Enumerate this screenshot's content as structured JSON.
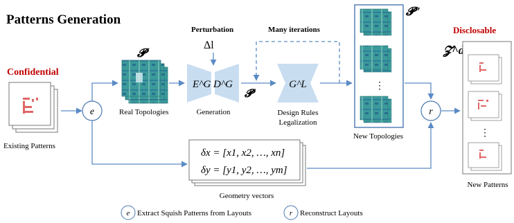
{
  "title": "Patterns Generation",
  "labels": {
    "confidential": "Confidential",
    "existing_patterns": "Existing Patterns",
    "extract_node": "e",
    "P": "𝓟",
    "real_topologies": "Real Topologies",
    "perturbation": "Perturbation",
    "delta_l": "Δl",
    "generation_formula": "E^G D^G",
    "generation": "Generation",
    "P_prime": "𝓟′",
    "many_iterations": "Many iterations",
    "legalization_formula": "G^L",
    "design_rules_legalization": [
      "Design Rules",
      "Legalization"
    ],
    "P_double_prime": "𝓟″",
    "new_topologies": "New Topologies",
    "reconstruct_node": "r",
    "disclosable": "Disclosable",
    "Z_d": "𝓩^d",
    "new_patterns": "New Patterns",
    "delta_x": "δx = [x1, x2, …, xn]",
    "delta_y": "δy = [y1, y2, …, ym]",
    "geometry_vectors": "Geometry vectors",
    "vdots": "⋮"
  },
  "legend": {
    "e_symbol": "e",
    "e_text": "Extract Squish Patterns from Layouts",
    "r_symbol": "r",
    "r_text": "Reconstruct Layouts"
  },
  "colors": {
    "accent_red": "#c00000",
    "arrow_blue": "#5b8bc5",
    "box_blue": "#4a78b0",
    "trapezoid_blue": "#c9ddf1",
    "topology_teal": "#3b9a9a"
  }
}
